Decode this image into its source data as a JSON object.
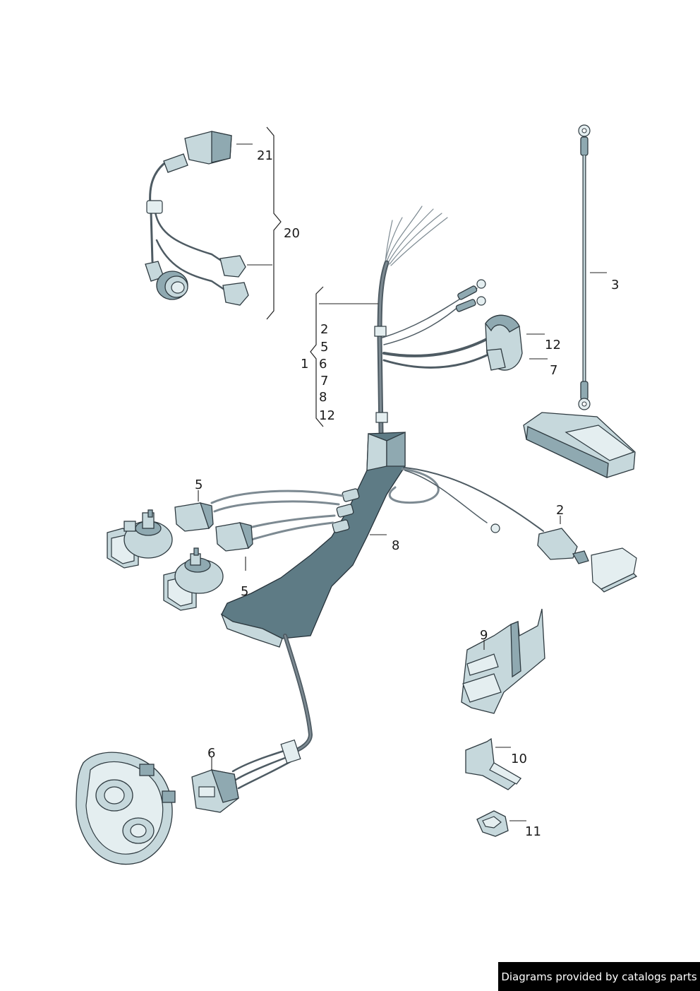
{
  "callouts": [
    {
      "id": "c21",
      "text": "21"
    },
    {
      "id": "c20",
      "text": "20"
    },
    {
      "id": "c3",
      "text": "3"
    },
    {
      "id": "c12a",
      "text": "12"
    },
    {
      "id": "c7a",
      "text": "7"
    },
    {
      "id": "c1",
      "text": "1"
    },
    {
      "id": "g2",
      "text": "2"
    },
    {
      "id": "g5",
      "text": "5"
    },
    {
      "id": "g6",
      "text": "6"
    },
    {
      "id": "g7",
      "text": "7"
    },
    {
      "id": "g8",
      "text": "8"
    },
    {
      "id": "g12",
      "text": "12"
    },
    {
      "id": "c5a",
      "text": "5"
    },
    {
      "id": "c5b",
      "text": "5"
    },
    {
      "id": "c2",
      "text": "2"
    },
    {
      "id": "c8",
      "text": "8"
    },
    {
      "id": "c9",
      "text": "9"
    },
    {
      "id": "c10",
      "text": "10"
    },
    {
      "id": "c11",
      "text": "11"
    },
    {
      "id": "c6",
      "text": "6"
    }
  ],
  "footer": {
    "text": "Diagrams provided by catalogs parts"
  },
  "colors": {
    "part_light": "#c6d8dc",
    "part_mid": "#8fa9b1",
    "part_dark": "#5e7b85",
    "ink": "#2e3a40"
  }
}
